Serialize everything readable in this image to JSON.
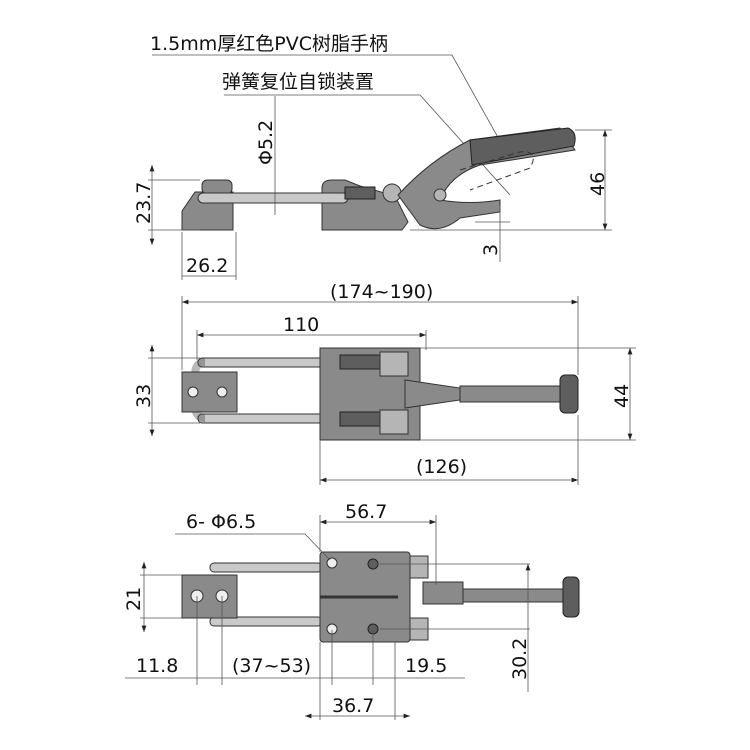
{
  "callouts": {
    "handle": "1.5mm厚红色PVC树脂手柄",
    "self_lock": "弹簧复位自锁装置"
  },
  "side_view": {
    "rod_diameter": "Φ5.2",
    "height_base": "23.7",
    "base_length": "26.2",
    "height_handle": "46",
    "offset": "3"
  },
  "top_view": {
    "overall_length": "(174~190)",
    "hook_length": "110",
    "hook_width": "33",
    "width": "44",
    "body_length": "(126)"
  },
  "bottom_view": {
    "holes": "6- Φ6.5",
    "hole_span": "56.7",
    "catch_width": "21",
    "catch_holes": "11.8",
    "adjust_range": "(37~53)",
    "hole_offset": "19.5",
    "hole_pitch": "30.2",
    "base_length": "36.7"
  }
}
